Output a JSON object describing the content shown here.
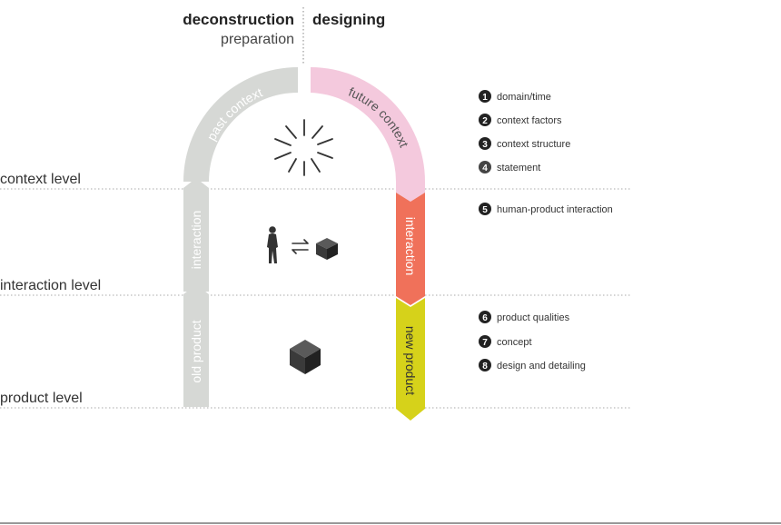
{
  "header": {
    "left_title": "deconstruction",
    "left_subtitle": "preparation",
    "right_title": "designing"
  },
  "levels": [
    "context level",
    "interaction level",
    "product level"
  ],
  "arch": {
    "past_context": "past context",
    "future_context": "future context"
  },
  "left_column": {
    "interaction": "interaction",
    "old_product": "old product"
  },
  "right_column": {
    "interaction": "interaction",
    "new_product": "new product"
  },
  "steps": [
    {
      "num": "1",
      "label": "domain/time"
    },
    {
      "num": "2",
      "label": "context factors"
    },
    {
      "num": "3",
      "label": "context structure"
    },
    {
      "num": "4",
      "label": "statement"
    },
    {
      "num": "5",
      "label": "human-product interaction"
    },
    {
      "num": "6",
      "label": "product qualities"
    },
    {
      "num": "7",
      "label": "concept"
    },
    {
      "num": "8",
      "label": "design and detailing"
    }
  ],
  "colors": {
    "grey_track": "#d6d8d5",
    "future_context": "#f4c9dd",
    "interaction_right": "#f0715a",
    "new_product": "#d6d21a",
    "icon": "#333333"
  },
  "icons": [
    "sunburst-icon",
    "person-icon",
    "exchange-arrows-icon",
    "small-cube-icon",
    "cube-icon"
  ]
}
